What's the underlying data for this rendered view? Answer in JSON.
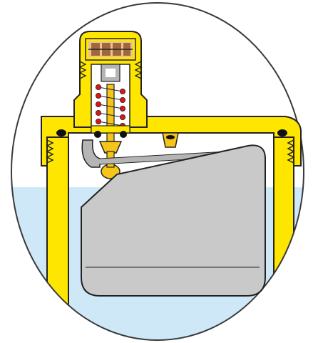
{
  "colors": {
    "background": "#ffffff",
    "ellipse_outline": "#3a3a3a",
    "body_yellow": "#ffe600",
    "body_yellow_dark": "#d8b800",
    "outline": "#222222",
    "water": "#cfe8f7",
    "float_grey": "#c9c9c9",
    "lever_grey": "#b5b5b5",
    "spring_red": "#e01515",
    "seal_black": "#111111",
    "cap_brown": "#a0683a",
    "cap_tan": "#e9c29a",
    "valve_gold": "#f5c518",
    "bore_white": "#ffffff"
  },
  "icons": {
    "valve_body": "automatic-air-vent-valve",
    "float": "float",
    "lever": "float-lever",
    "spring": "valve-spring",
    "cap": "valve-cap",
    "water": "water-level"
  }
}
